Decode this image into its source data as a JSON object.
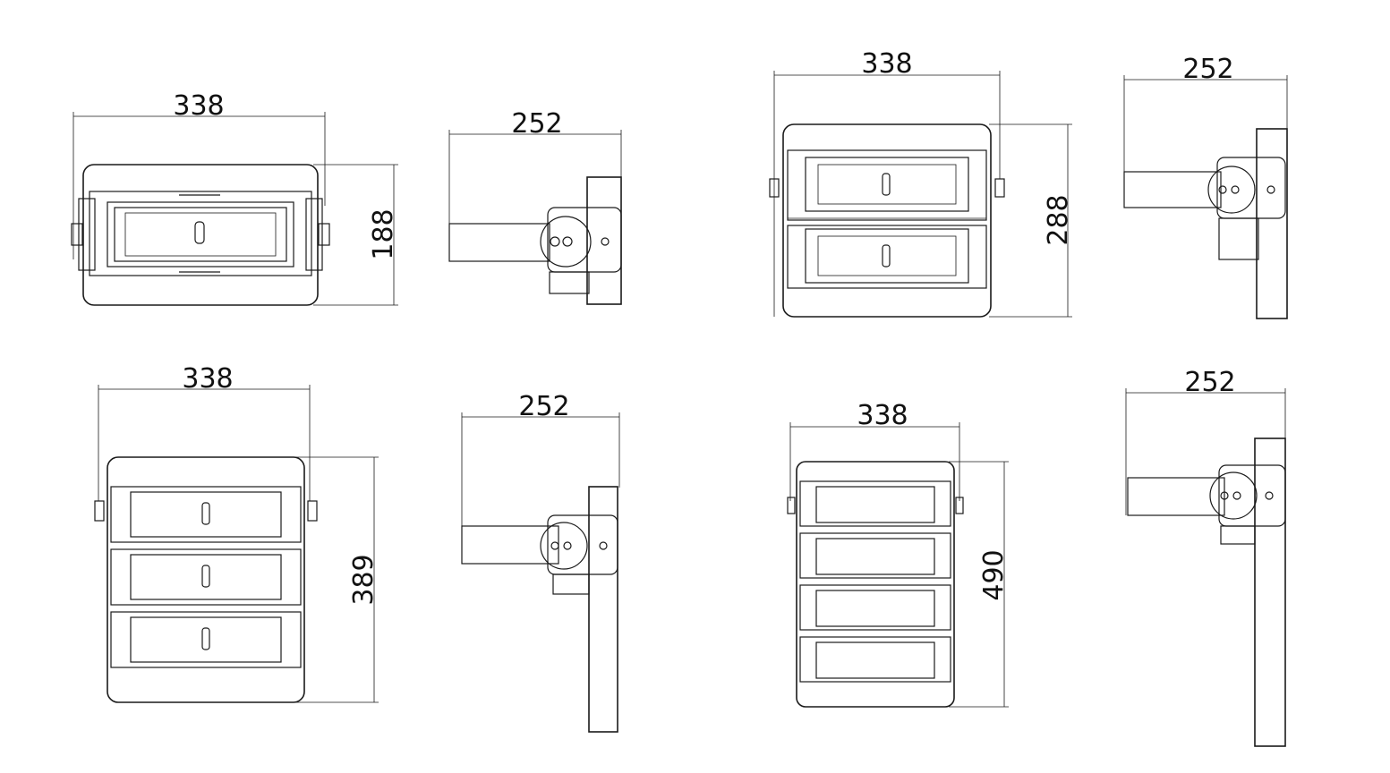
{
  "fixtures": [
    {
      "modules": 1,
      "front": {
        "width_label": "338",
        "height_label": "188"
      },
      "side": {
        "depth_label": "252"
      }
    },
    {
      "modules": 2,
      "front": {
        "width_label": "338",
        "height_label": "288"
      },
      "side": {
        "depth_label": "252"
      }
    },
    {
      "modules": 3,
      "front": {
        "width_label": "338",
        "height_label": "389"
      },
      "side": {
        "depth_label": "252"
      }
    },
    {
      "modules": 4,
      "front": {
        "width_label": "338",
        "height_label": "490"
      },
      "side": {
        "depth_label": "252"
      }
    }
  ],
  "colors": {
    "line": "#1a1a1a",
    "background": "#ffffff"
  }
}
